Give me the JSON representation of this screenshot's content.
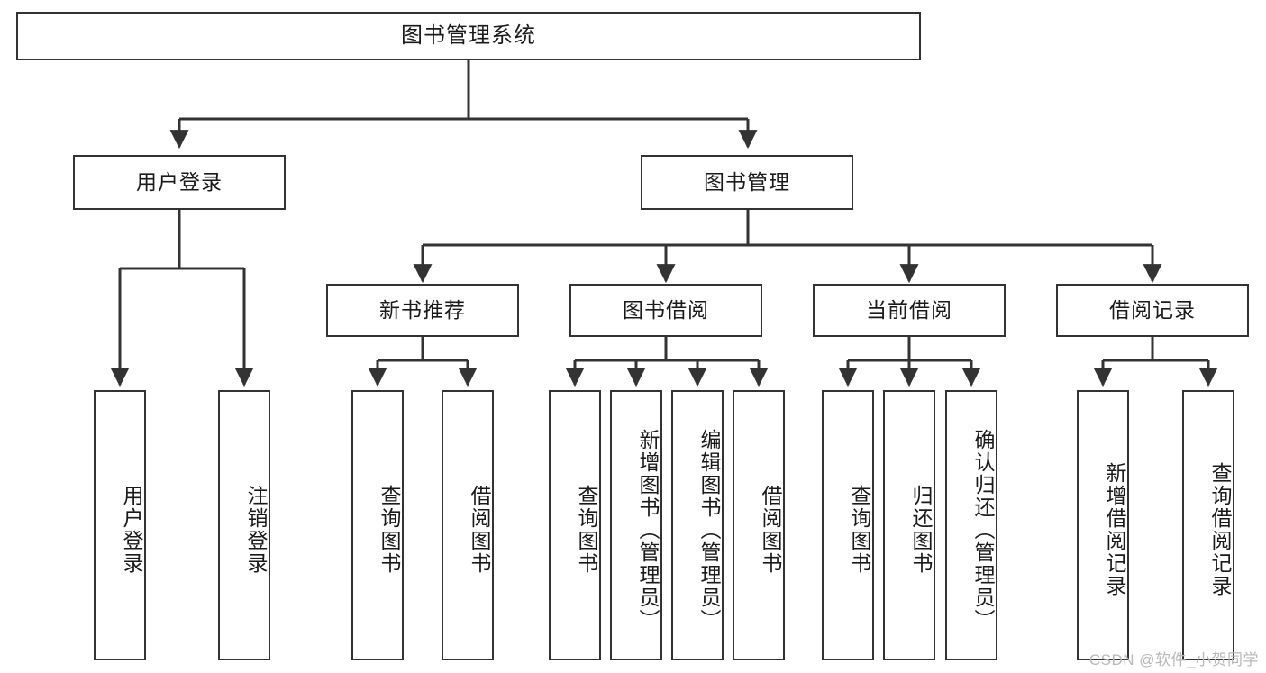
{
  "diagram": {
    "type": "tree",
    "title": "图书管理系统",
    "style": {
      "box_border_color": "#333333",
      "box_fill": "#ffffff",
      "edge_color": "#333333",
      "text_color": "#1a1a1a",
      "background": "#ffffff",
      "watermark_color": "#b8b8b8"
    },
    "root": {
      "label": "图书管理系统"
    },
    "level2": [
      {
        "label": "用户登录"
      },
      {
        "label": "图书管理"
      }
    ],
    "level3": [
      {
        "label": "新书推荐"
      },
      {
        "label": "图书借阅"
      },
      {
        "label": "当前借阅"
      },
      {
        "label": "借阅记录"
      }
    ],
    "leaves": {
      "user_login": [
        {
          "label": "用户登录"
        },
        {
          "label": "注销登录"
        }
      ],
      "new_book_recommend": [
        {
          "label": "查询图书"
        },
        {
          "label": "借阅图书"
        }
      ],
      "book_borrow": [
        {
          "label": "查询图书"
        },
        {
          "label": "新增图书（管理员）"
        },
        {
          "label": "编辑图书（管理员）"
        },
        {
          "label": "借阅图书"
        }
      ],
      "current_borrow": [
        {
          "label": "查询图书"
        },
        {
          "label": "归还图书"
        },
        {
          "label": "确认归还（管理员）"
        }
      ],
      "borrow_record": [
        {
          "label": "新增借阅记录"
        },
        {
          "label": "查询借阅记录"
        }
      ]
    }
  },
  "watermark": {
    "text": "CSDN @软件_小贺同学"
  }
}
